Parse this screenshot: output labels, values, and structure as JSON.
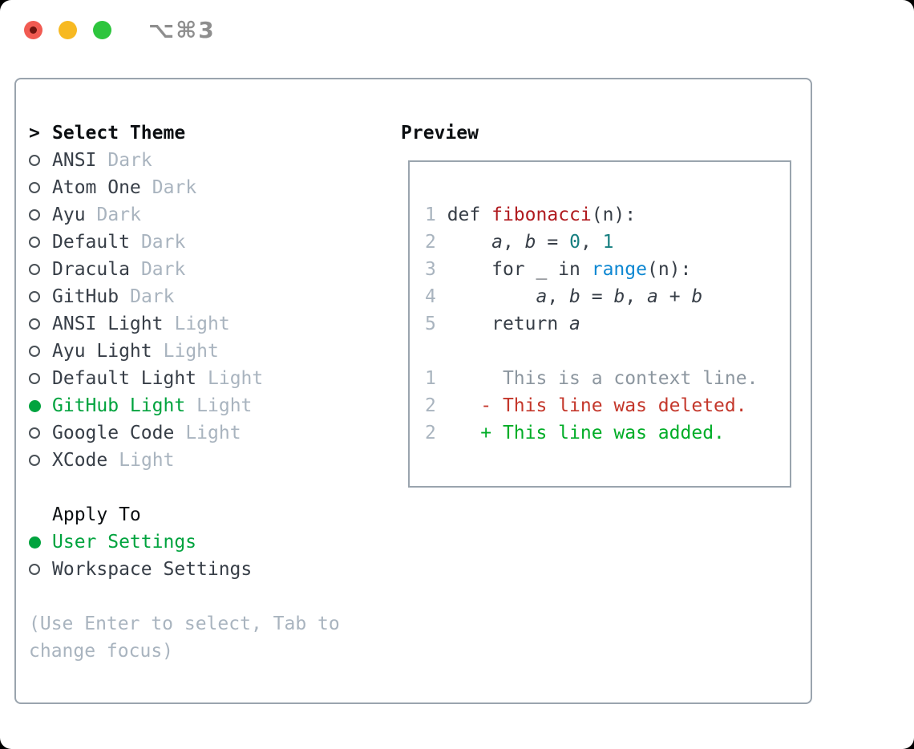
{
  "titlebar": {
    "shortcut": "⌥⌘3",
    "buttons": [
      "close",
      "minimize",
      "zoom"
    ]
  },
  "theme_picker": {
    "header": {
      "marker": ">",
      "label": "Select Theme"
    },
    "themes": [
      {
        "name": "ANSI",
        "tag": "Dark",
        "selected": false
      },
      {
        "name": "Atom One",
        "tag": "Dark",
        "selected": false
      },
      {
        "name": "Ayu",
        "tag": "Dark",
        "selected": false
      },
      {
        "name": "Default",
        "tag": "Dark",
        "selected": false
      },
      {
        "name": "Dracula",
        "tag": "Dark",
        "selected": false
      },
      {
        "name": "GitHub",
        "tag": "Dark",
        "selected": false
      },
      {
        "name": "ANSI Light",
        "tag": "Light",
        "selected": false
      },
      {
        "name": "Ayu Light",
        "tag": "Light",
        "selected": false
      },
      {
        "name": "Default Light",
        "tag": "Light",
        "selected": false
      },
      {
        "name": "GitHub Light",
        "tag": "Light",
        "selected": true
      },
      {
        "name": "Google Code",
        "tag": "Light",
        "selected": false
      },
      {
        "name": "XCode",
        "tag": "Light",
        "selected": false
      }
    ],
    "apply_to": {
      "label": "Apply To",
      "options": [
        {
          "name": "User Settings",
          "selected": true
        },
        {
          "name": "Workspace Settings",
          "selected": false
        }
      ]
    },
    "hint_lines": [
      "(Use Enter to select, Tab to",
      "change focus)"
    ]
  },
  "preview": {
    "title": "Preview",
    "lines": [
      [
        {
          "t": "1",
          "c": "ln"
        },
        {
          "t": " def ",
          "c": "pl"
        },
        {
          "t": "fibonacci",
          "c": "fn"
        },
        {
          "t": "(n):",
          "c": "pl"
        }
      ],
      [
        {
          "t": "2",
          "c": "ln"
        },
        {
          "t": "     ",
          "c": "pl"
        },
        {
          "t": "a",
          "c": "va"
        },
        {
          "t": ", ",
          "c": "pl"
        },
        {
          "t": "b",
          "c": "va"
        },
        {
          "t": " = ",
          "c": "pl"
        },
        {
          "t": "0",
          "c": "nu"
        },
        {
          "t": ", ",
          "c": "pl"
        },
        {
          "t": "1",
          "c": "nu"
        }
      ],
      [
        {
          "t": "3",
          "c": "ln"
        },
        {
          "t": "     for _ in ",
          "c": "pl"
        },
        {
          "t": "range",
          "c": "ca"
        },
        {
          "t": "(n):",
          "c": "pl"
        }
      ],
      [
        {
          "t": "4",
          "c": "ln"
        },
        {
          "t": "         ",
          "c": "pl"
        },
        {
          "t": "a",
          "c": "va"
        },
        {
          "t": ", ",
          "c": "pl"
        },
        {
          "t": "b",
          "c": "va"
        },
        {
          "t": " = ",
          "c": "pl"
        },
        {
          "t": "b",
          "c": "va"
        },
        {
          "t": ", ",
          "c": "pl"
        },
        {
          "t": "a",
          "c": "va"
        },
        {
          "t": " + ",
          "c": "pl"
        },
        {
          "t": "b",
          "c": "va"
        }
      ],
      [
        {
          "t": "5",
          "c": "ln"
        },
        {
          "t": "     return ",
          "c": "pl"
        },
        {
          "t": "a",
          "c": "va"
        }
      ],
      [],
      [
        {
          "t": "1",
          "c": "ln"
        },
        {
          "t": "      This is a context line.",
          "c": "ctx"
        }
      ],
      [
        {
          "t": "2",
          "c": "ln"
        },
        {
          "t": "    - This line was deleted.",
          "c": "del"
        }
      ],
      [
        {
          "t": "2",
          "c": "ln"
        },
        {
          "t": "    + This line was added.",
          "c": "add"
        }
      ]
    ]
  },
  "colors": {
    "selection_green": "#00a33e",
    "added_green": "#00ad27",
    "deleted_red": "#c4372b",
    "context_gray": "#8c969f",
    "function_red": "#b01b20",
    "number_teal": "#177f80",
    "call_blue": "#0d87d2",
    "code_dark": "#373e47",
    "muted_gray": "#a9b4bf",
    "border_gray": "#9aa4ae",
    "traffic_red": "#f15b52",
    "traffic_yellow": "#f7b922",
    "traffic_green": "#2dc53d"
  }
}
